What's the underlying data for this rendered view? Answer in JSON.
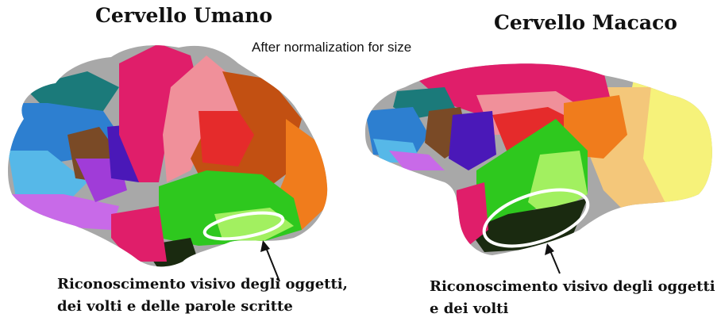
{
  "human": {
    "title": "Cervello Umano",
    "caption_line1": "Riconoscimento visivo degli oggetti,",
    "caption_line2": "dei volti e delle parole scritte"
  },
  "macaque": {
    "title": "Cervello Macaco",
    "caption_line1": "Riconoscimento visivo degli oggetti",
    "caption_line2": "e dei volti"
  },
  "note": "After normalization for size",
  "colors": {
    "magenta": "#e01e6a",
    "pink": "#f0909a",
    "red": "#e52b2b",
    "rust": "#c25012",
    "orange": "#f07c1c",
    "teal": "#1b7a7a",
    "blue": "#2d7fd0",
    "light_blue": "#56b8e8",
    "brown": "#7a4a26",
    "purple": "#4a18b8",
    "violet": "#a03cd8",
    "lilac": "#c86ae8",
    "gray": "#a8a8a8",
    "green": "#2ec81e",
    "light_green": "#a2f060",
    "dark": "#1a2a10",
    "light_orange": "#f4c77a",
    "yellow": "#f6f27a",
    "highlight_ellipse": "#ffffff"
  }
}
